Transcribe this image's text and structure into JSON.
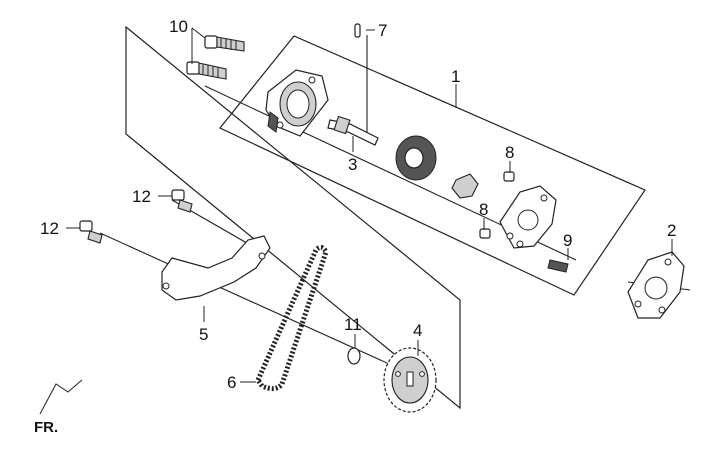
{
  "diagram": {
    "callouts": {
      "c1": "1",
      "c2": "2",
      "c3": "3",
      "c4": "4",
      "c5": "5",
      "c6": "6",
      "c7": "7",
      "c8a": "8",
      "c8b": "8",
      "c9": "9",
      "c10": "10",
      "c11": "11",
      "c12a": "12",
      "c12b": "12"
    },
    "front_marker": "FR."
  }
}
